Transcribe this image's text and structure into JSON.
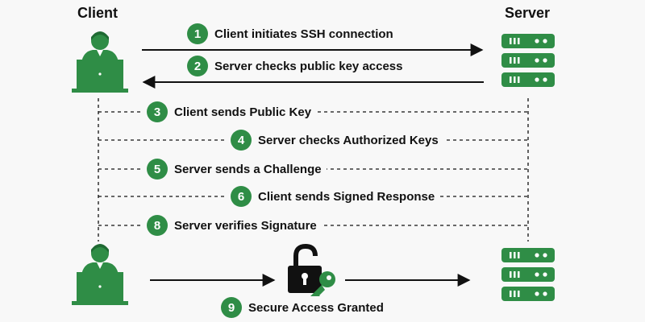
{
  "actors": {
    "client_label": "Client",
    "server_label": "Server"
  },
  "steps": [
    {
      "number": "1",
      "text": "Client initiates SSH connection"
    },
    {
      "number": "2",
      "text": "Server checks public key access"
    },
    {
      "number": "3",
      "text": "Client sends Public Key"
    },
    {
      "number": "4",
      "text": "Server checks Authorized Keys"
    },
    {
      "number": "5",
      "text": "Server sends a Challenge"
    },
    {
      "number": "6",
      "text": "Client sends Signed Response"
    },
    {
      "number": "8",
      "text": "Server verifies Signature"
    }
  ],
  "result": {
    "number": "9",
    "text": "Secure Access Granted"
  },
  "icons": {
    "client": "user-laptop-icon",
    "server": "server-rack-icon",
    "lock": "lock-key-icon"
  },
  "colors": {
    "accent": "#2f8d46",
    "ink": "#111111",
    "background": "#f8f8f8"
  }
}
